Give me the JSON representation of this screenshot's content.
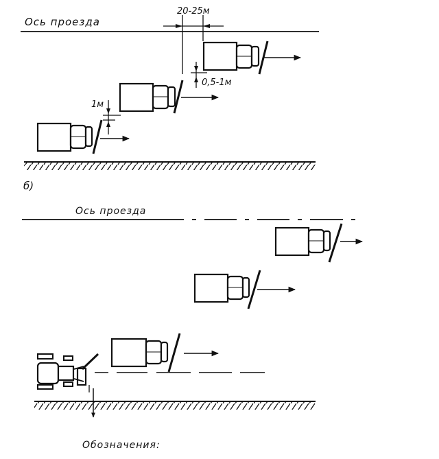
{
  "labels": {
    "road_axis_top": "Ось проезда",
    "road_axis_bottom": "Ось проезда",
    "dim_gap": "20-25м",
    "dim_offset_small": "0,5-1м",
    "dim_offset": "1м",
    "part_b": "б)",
    "legend": "Обозначения:"
  },
  "colors": {
    "ink": "#111111",
    "background": "#ffffff"
  }
}
